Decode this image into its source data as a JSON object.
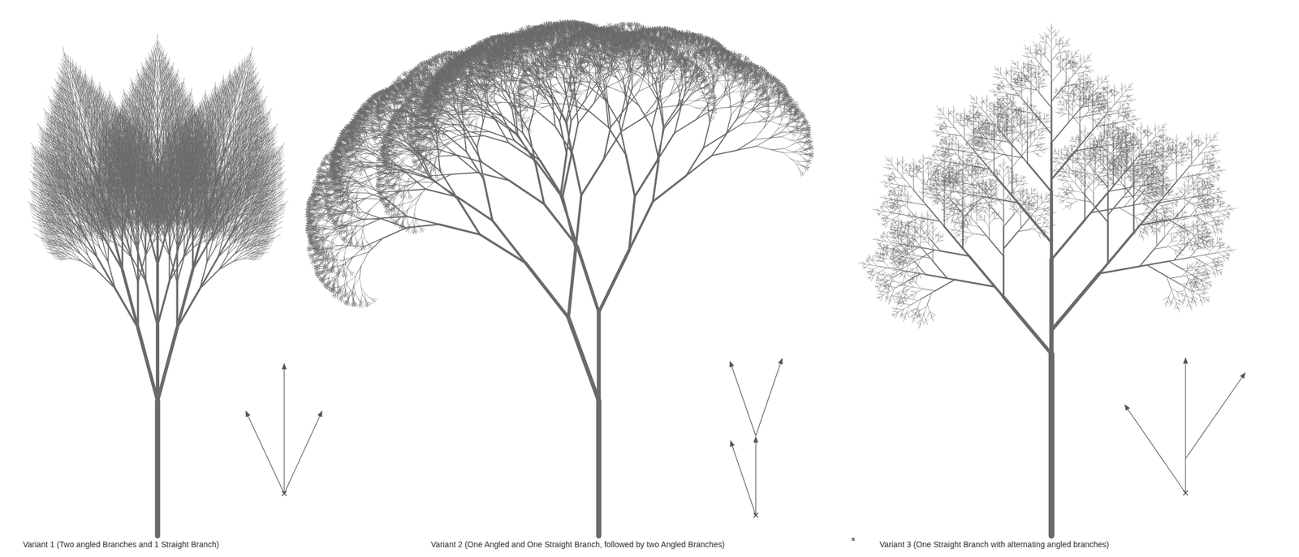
{
  "diagram": {
    "labels": [
      "Variant 1 (Two angled Branches and 1 Straight Branch)",
      "Variant 2 (One Angled and One Straight Branch, followed by two Angled Branches)",
      "Variant 3 (One Straight Branch with alternating angled branches)"
    ]
  }
}
